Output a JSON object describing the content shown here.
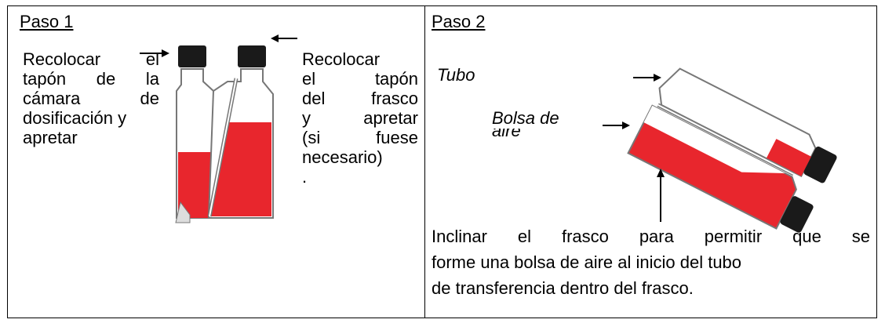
{
  "paso1": {
    "heading": "Paso 1",
    "left_lines": [
      "Recolocar el",
      "tapón de la",
      "cámara de",
      "dosificación y",
      "apretar"
    ],
    "right_lines": [
      "Recolocar",
      "el tapón",
      "del frasco",
      "y apretar",
      "(si fuese",
      "necesario)",
      "."
    ]
  },
  "paso2": {
    "heading": "Paso 2",
    "label_tubo": "Tubo",
    "label_bolsa": "Bolsa de",
    "label_aire": "aire",
    "caption_lines": [
      "Inclinar el frasco para permitir que se",
      "forme una bolsa de aire al inicio del tubo",
      "de transferencia dentro del frasco."
    ]
  },
  "colors": {
    "liquid": "#e8262d",
    "cap": "#1a1a1a",
    "border": "#000000"
  }
}
